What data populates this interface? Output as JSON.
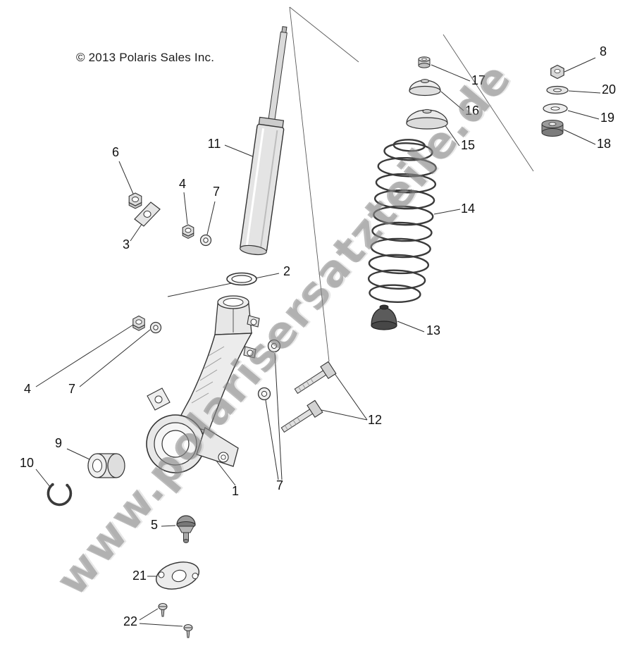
{
  "copyright": "© 2013 Polaris Sales Inc.",
  "watermark": "www.polarisersatzteile.de",
  "colors": {
    "background": "#ffffff",
    "line": "#333333",
    "watermark": "#7a7a7a"
  },
  "callouts": [
    {
      "id": "1",
      "label": "1"
    },
    {
      "id": "2",
      "label": "2"
    },
    {
      "id": "3",
      "label": "3"
    },
    {
      "id": "4-upper",
      "label": "4"
    },
    {
      "id": "4-left",
      "label": "4"
    },
    {
      "id": "5",
      "label": "5"
    },
    {
      "id": "6",
      "label": "6"
    },
    {
      "id": "7-upper",
      "label": "7"
    },
    {
      "id": "7-left",
      "label": "7"
    },
    {
      "id": "7-lower",
      "label": "7"
    },
    {
      "id": "8",
      "label": "8"
    },
    {
      "id": "9",
      "label": "9"
    },
    {
      "id": "10",
      "label": "10"
    },
    {
      "id": "11",
      "label": "11"
    },
    {
      "id": "12",
      "label": "12"
    },
    {
      "id": "13",
      "label": "13"
    },
    {
      "id": "14",
      "label": "14"
    },
    {
      "id": "15",
      "label": "15"
    },
    {
      "id": "16",
      "label": "16"
    },
    {
      "id": "17",
      "label": "17"
    },
    {
      "id": "18",
      "label": "18"
    },
    {
      "id": "19",
      "label": "19"
    },
    {
      "id": "20",
      "label": "20"
    },
    {
      "id": "21",
      "label": "21"
    },
    {
      "id": "22",
      "label": "22"
    }
  ]
}
